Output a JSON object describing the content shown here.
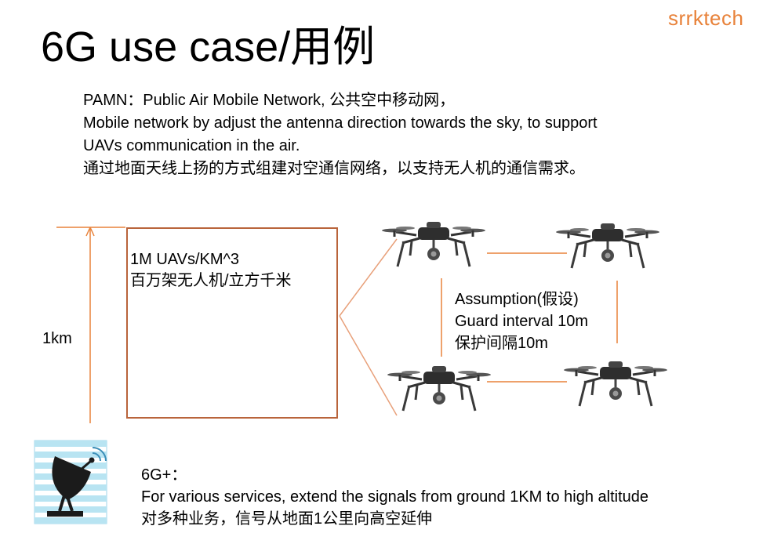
{
  "brand": "srrktech",
  "title": "6G use case/用例",
  "description": {
    "line1": "PAMN：Public Air Mobile Network, 公共空中移动网，",
    "line2": "Mobile network by adjust the antenna direction towards the sky, to support",
    "line3": "UAVs communication in the air.",
    "line4": "通过地面天线上扬的方式组建对空通信网络，以支持无人机的通信需求。"
  },
  "density_box": {
    "line1": "1M UAVs/KM^3",
    "line2": "百万架无人机/立方千米"
  },
  "height_label": "1km",
  "assumption": {
    "line1": "Assumption(假设)",
    "line2": "Guard interval 10m",
    "line3": "保护间隔10m"
  },
  "footer": {
    "line1": "6G+：",
    "line2": "For various services, extend the signals from ground 1KM to high altitude",
    "line3": "对多种业务，信号从地面1公里向高空延伸"
  },
  "icons": [
    "drone-icon",
    "satellite-dish-icon",
    "up-arrow-icon"
  ],
  "colors": {
    "accent": "#e8823a",
    "box_border": "#b9643b",
    "dish_bg": "#b8e4f2"
  }
}
